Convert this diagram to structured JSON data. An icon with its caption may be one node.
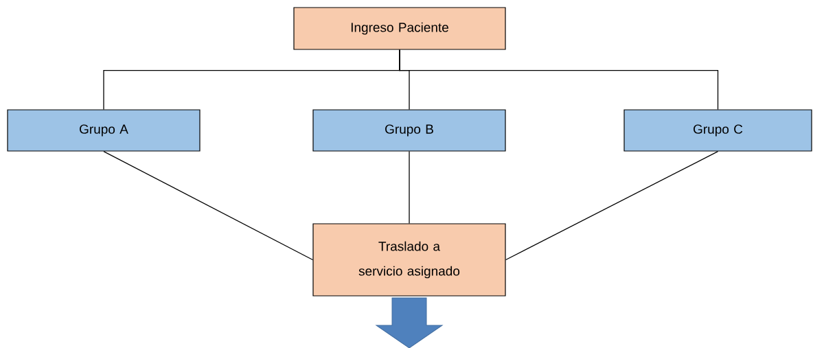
{
  "diagram": {
    "nodes": [
      {
        "text": [
          "Ingreso Paciente"
        ]
      },
      {
        "text": [
          "Grupo A"
        ]
      },
      {
        "text": [
          "Grupo B"
        ]
      },
      {
        "text": [
          "Grupo C"
        ]
      },
      {
        "text": [
          "Traslado a servicio asignado"
        ]
      }
    ],
    "edges": [
      {
        "from": 0,
        "to": 1,
        "arrow": "none"
      },
      {
        "from": 0,
        "to": 2,
        "arrow": "none"
      },
      {
        "from": 0,
        "to": 3,
        "arrow": "none"
      },
      {
        "from": 1,
        "to": 4,
        "arrow": "none"
      },
      {
        "from": 2,
        "to": 4,
        "arrow": "none"
      },
      {
        "from": 3,
        "to": 4,
        "arrow": "none"
      },
      {
        "from": 4,
        "to": null,
        "arrow": "to",
        "style": "thick",
        "color": "#4f81bd"
      }
    ]
  }
}
